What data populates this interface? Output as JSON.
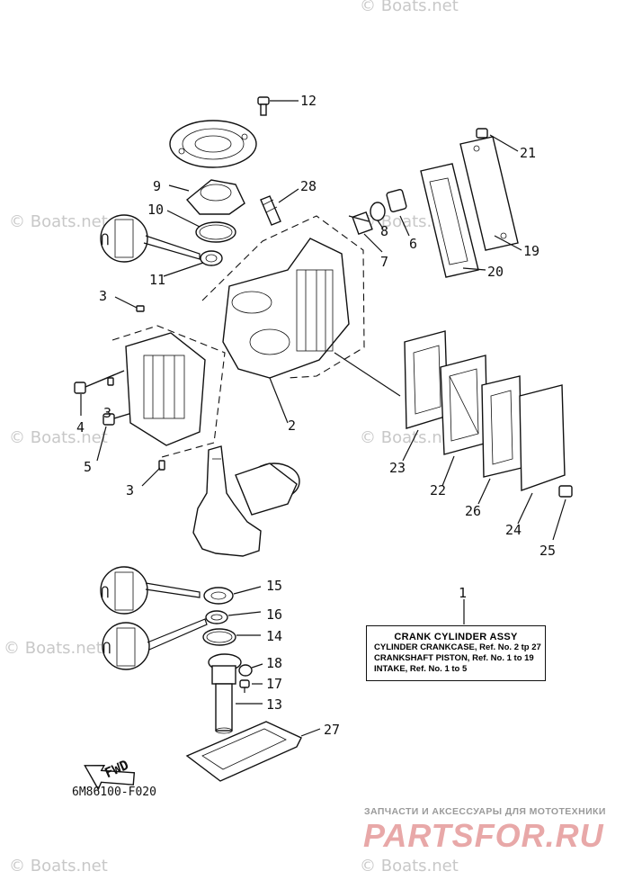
{
  "diagram_code": "6M86100-F020",
  "watermark_text": "© Boats.net",
  "assembly": {
    "ref": "1",
    "title": "CRANK CYLINDER ASSY",
    "rows": [
      "CYLINDER CRANKCASE,  Ref. No. 2 tp 27",
      "CRANKSHAFT PISTON,  Ref. No. 1 to 19",
      "INTAKE,  Ref. No. 1 to 5"
    ]
  },
  "fwd_label": "FWD",
  "callouts": [
    "12",
    "9",
    "28",
    "21",
    "10",
    "8",
    "11",
    "6",
    "7",
    "19",
    "3",
    "20",
    "2",
    "3",
    "4",
    "5",
    "23",
    "22",
    "26",
    "24",
    "3",
    "25",
    "15",
    "16",
    "14",
    "18",
    "17",
    "13",
    "27"
  ],
  "brand": {
    "tagline": "ЗАПЧАСТИ И АКСЕССУАРЫ ДЛЯ МОТОТЕХНИКИ",
    "name": "PARTSFOR.RU"
  },
  "colors": {
    "ink": "#111111",
    "watermark": "#c8c8c8",
    "brand": "#e8a8a8"
  }
}
